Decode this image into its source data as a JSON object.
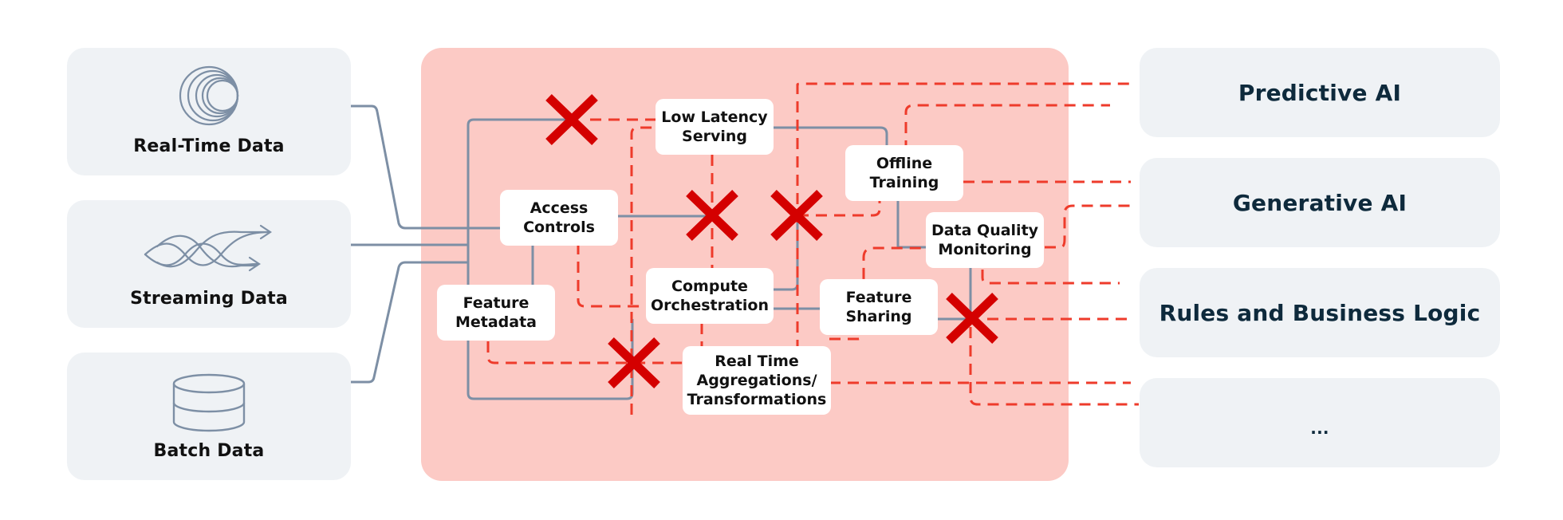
{
  "diagram": {
    "sources": [
      {
        "label": "Real-Time Data",
        "icon": "concentric-rings-icon"
      },
      {
        "label": "Streaming Data",
        "icon": "streams-arrows-icon"
      },
      {
        "label": "Batch Data",
        "icon": "database-icon"
      }
    ],
    "platform_nodes": [
      {
        "id": "low-latency-serving",
        "label": "Low Latency\nServing"
      },
      {
        "id": "access-controls",
        "label": "Access\nControls"
      },
      {
        "id": "offline-training",
        "label": "Offline\nTraining"
      },
      {
        "id": "data-quality-monitoring",
        "label": "Data Quality\nMonitoring"
      },
      {
        "id": "feature-metadata",
        "label": "Feature\nMetadata"
      },
      {
        "id": "compute-orchestration",
        "label": "Compute\nOrchestration"
      },
      {
        "id": "feature-sharing",
        "label": "Feature\nSharing"
      },
      {
        "id": "real-time-aggregations",
        "label": "Real Time\nAggregations/\nTransformations"
      }
    ],
    "outputs": [
      {
        "label": "Predictive AI"
      },
      {
        "label": "Generative AI"
      },
      {
        "label": "Rules and Business Logic"
      },
      {
        "label": "..."
      }
    ],
    "broken_connection_marker": "x-mark",
    "colors": {
      "source_bg": "#eff2f5",
      "platform_bg": "#fccac5",
      "solid_wire": "#7d8fa5",
      "dashed_wire": "#ee3b2b",
      "x_mark": "#d40000",
      "output_text": "#0e2a3c"
    }
  }
}
